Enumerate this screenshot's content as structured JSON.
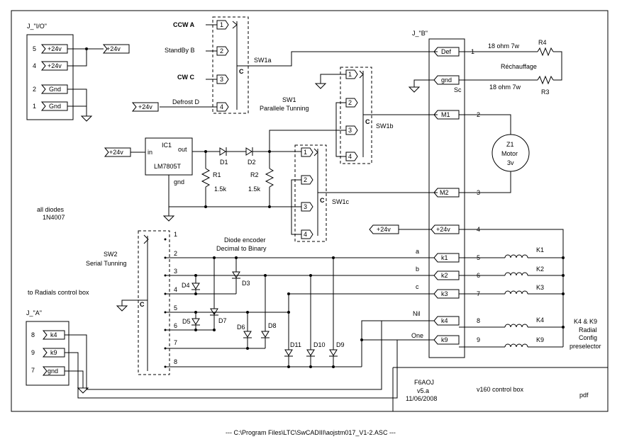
{
  "connectors": {
    "io": {
      "title": "J_\"I/O\"",
      "pins": [
        {
          "num": "5",
          "label": "+24v"
        },
        {
          "num": "4",
          "label": "+24v"
        },
        {
          "num": "2",
          "label": "Gnd"
        },
        {
          "num": "1",
          "label": "Gnd"
        }
      ],
      "net": "+24v"
    },
    "b": {
      "title": "J_\"B\"",
      "pins": [
        {
          "num": "1",
          "label": "Def"
        },
        {
          "num": "",
          "label": "gnd"
        },
        {
          "num": "2",
          "label": "M1"
        },
        {
          "num": "3",
          "label": "M2"
        },
        {
          "num": "4",
          "label": "+24v"
        },
        {
          "num": "5",
          "label": "k1"
        },
        {
          "num": "6",
          "label": "k2"
        },
        {
          "num": "7",
          "label": "k3"
        },
        {
          "num": "8",
          "label": "k4"
        },
        {
          "num": "9",
          "label": "k9"
        }
      ],
      "sc": "Sc"
    },
    "a": {
      "caption": "to Radials control box",
      "title": "J_\"A\"",
      "pins": [
        {
          "num": "8",
          "label": "k4"
        },
        {
          "num": "9",
          "label": "k9"
        },
        {
          "num": "7",
          "label": "gnd"
        }
      ]
    }
  },
  "sw1a": {
    "name": "SW1a",
    "common": "C",
    "inputs": [
      {
        "label": "CCW  A",
        "pin": "1"
      },
      {
        "label": "StandBy  B",
        "pin": "2"
      },
      {
        "label": "CW  C",
        "pin": "3"
      },
      {
        "label": "Defrost  D",
        "pin": "4"
      }
    ],
    "defrost_net": "+24v"
  },
  "sw1b": {
    "title1": "SW1",
    "title2": "Parallele Tunning",
    "name": "SW1b",
    "common": "C",
    "pins": [
      "1",
      "2",
      "3",
      "4"
    ]
  },
  "sw1c": {
    "name": "SW1c",
    "common": "C",
    "pins": [
      "1",
      "2",
      "3",
      "4"
    ]
  },
  "sw2": {
    "title1": "SW2",
    "title2": "Serial Tunning",
    "common": "C",
    "pins": [
      "1",
      "2",
      "3",
      "4",
      "5",
      "6",
      "7",
      "8"
    ]
  },
  "ic1": {
    "name": "IC1",
    "part": "LM7805T",
    "in": "in",
    "out": "out",
    "gnd": "gnd",
    "in_net": "+24v"
  },
  "resistors": {
    "r1": {
      "name": "R1",
      "value": "1.5k"
    },
    "r2": {
      "name": "R2",
      "value": "1.5k"
    },
    "r3": {
      "name": "R3",
      "value": "18 ohm 7w"
    },
    "r4": {
      "name": "R4",
      "value": "18 ohm 7w"
    },
    "heat_label": "Réchauffage"
  },
  "diodes": {
    "names": [
      "D1",
      "D2",
      "D3",
      "D4",
      "D5",
      "D6",
      "D7",
      "D8",
      "D9",
      "D10",
      "D11"
    ],
    "note1": "all diodes",
    "note2": "1N4007"
  },
  "encoder": {
    "line1": "Diode encoder",
    "line2": "Decimal to Binary",
    "lines": [
      "a",
      "b",
      "c",
      "Nil",
      "One"
    ]
  },
  "motor": {
    "name": "Z1",
    "label": "Motor",
    "voltage": "3v"
  },
  "relays": {
    "names": [
      "K1",
      "K2",
      "K3",
      "K4",
      "K9"
    ],
    "note": [
      "K4 & K9",
      "Radial",
      "Config",
      "preselector"
    ],
    "net": "+24v"
  },
  "title_block": {
    "author": "F6AOJ",
    "version": "v5.a",
    "date": "11/06/2008",
    "title": "v160 control box",
    "format": "pdf"
  },
  "footer": "--- C:\\Program Files\\LTC\\SwCADIII\\aojstm017_V1-2.ASC ---"
}
